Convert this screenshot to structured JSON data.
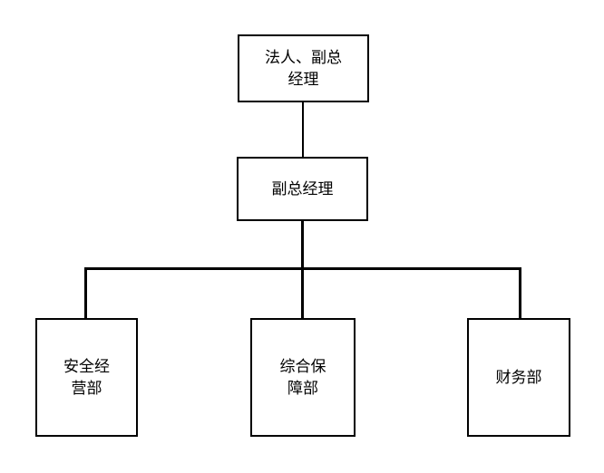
{
  "diagram": {
    "type": "org-chart",
    "nodes": {
      "root": {
        "label": "法人、副总\n经理"
      },
      "manager": {
        "label": "副总经理"
      },
      "dept_safety": {
        "label": "安全经\n营部"
      },
      "dept_support": {
        "label": "综合保\n障部"
      },
      "dept_finance": {
        "label": "财务部"
      }
    },
    "hierarchy": [
      {
        "from": "法人、副总经理",
        "to": "副总经理"
      },
      {
        "from": "副总经理",
        "to": "安全经营部"
      },
      {
        "from": "副总经理",
        "to": "综合保障部"
      },
      {
        "from": "副总经理",
        "to": "财务部"
      }
    ],
    "colors": {
      "background": "#ffffff",
      "box_border": "#000000",
      "text": "#000000",
      "connector": "#000000"
    }
  }
}
